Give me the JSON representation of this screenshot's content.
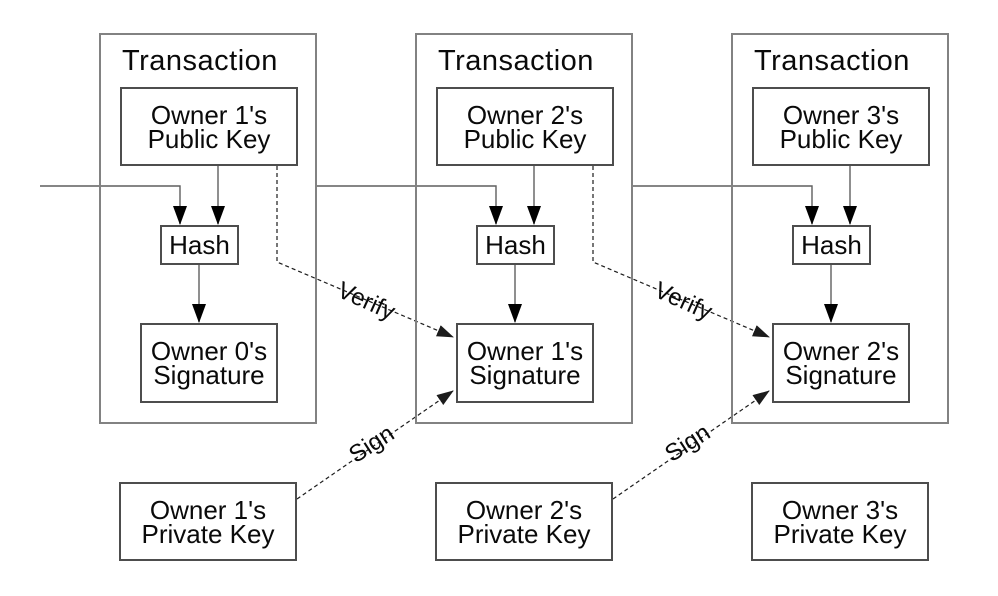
{
  "diagram": {
    "colors": {
      "background": "#ffffff",
      "box_border": "#828282",
      "inner_border": "#4d4d4d",
      "line": "#5f5f5f",
      "dash": "#1c1c1c",
      "arrow": "#000000",
      "text": "#0a0a0a"
    },
    "transactions": [
      {
        "title": "Transaction",
        "public_key": {
          "line1": "Owner 1's",
          "line2": "Public Key"
        },
        "hash": "Hash",
        "signature": {
          "line1": "Owner 0's",
          "line2": "Signature"
        }
      },
      {
        "title": "Transaction",
        "public_key": {
          "line1": "Owner 2's",
          "line2": "Public Key"
        },
        "hash": "Hash",
        "signature": {
          "line1": "Owner 1's",
          "line2": "Signature"
        }
      },
      {
        "title": "Transaction",
        "public_key": {
          "line1": "Owner 3's",
          "line2": "Public Key"
        },
        "hash": "Hash",
        "signature": {
          "line1": "Owner 2's",
          "line2": "Signature"
        }
      }
    ],
    "private_keys": [
      {
        "line1": "Owner 1's",
        "line2": "Private Key"
      },
      {
        "line1": "Owner 2's",
        "line2": "Private Key"
      },
      {
        "line1": "Owner 3's",
        "line2": "Private Key"
      }
    ],
    "edge_labels": {
      "verify": "Verify",
      "sign": "Sign"
    }
  }
}
